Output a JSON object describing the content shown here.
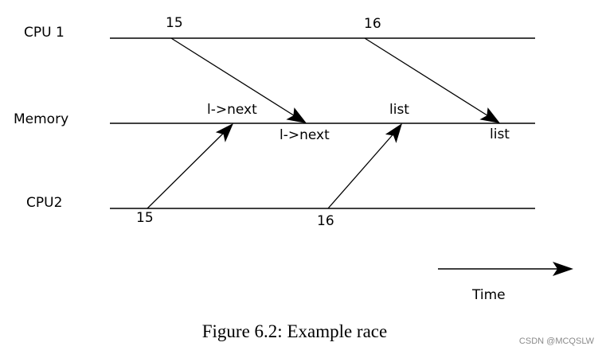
{
  "rows": {
    "cpu1": "CPU 1",
    "memory": "Memory",
    "cpu2": "CPU2"
  },
  "cpu1_events": [
    "15",
    "16"
  ],
  "cpu2_events": [
    "15",
    "16"
  ],
  "memory_labels": {
    "l_next_top": "l->next",
    "l_next_bottom": "l->next",
    "list_top": "list",
    "list_bottom": "list"
  },
  "time_label": "Time",
  "caption": "Figure 6.2: Example race",
  "watermark": "CSDN @MCQSLW"
}
